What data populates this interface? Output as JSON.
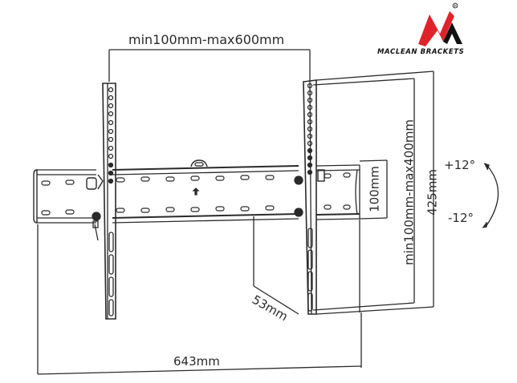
{
  "brand": {
    "name": "MACLEAN BRACKETS",
    "registered_mark": "®",
    "colors": {
      "red": "#e0232b",
      "black": "#111111"
    }
  },
  "diagram": {
    "subject": "Tilting TV wall mount bracket",
    "dimensions": {
      "horizontal_vesa": "min100mm-max600mm",
      "vertical_vesa": "min100mm-max400mm",
      "total_height": "425mm",
      "wall_plate_height": "100mm",
      "wall_distance": "53mm",
      "total_width": "643mm"
    },
    "tilt": {
      "up": "+12°",
      "down": "-12°"
    },
    "line_color": "#2a2a2a"
  }
}
